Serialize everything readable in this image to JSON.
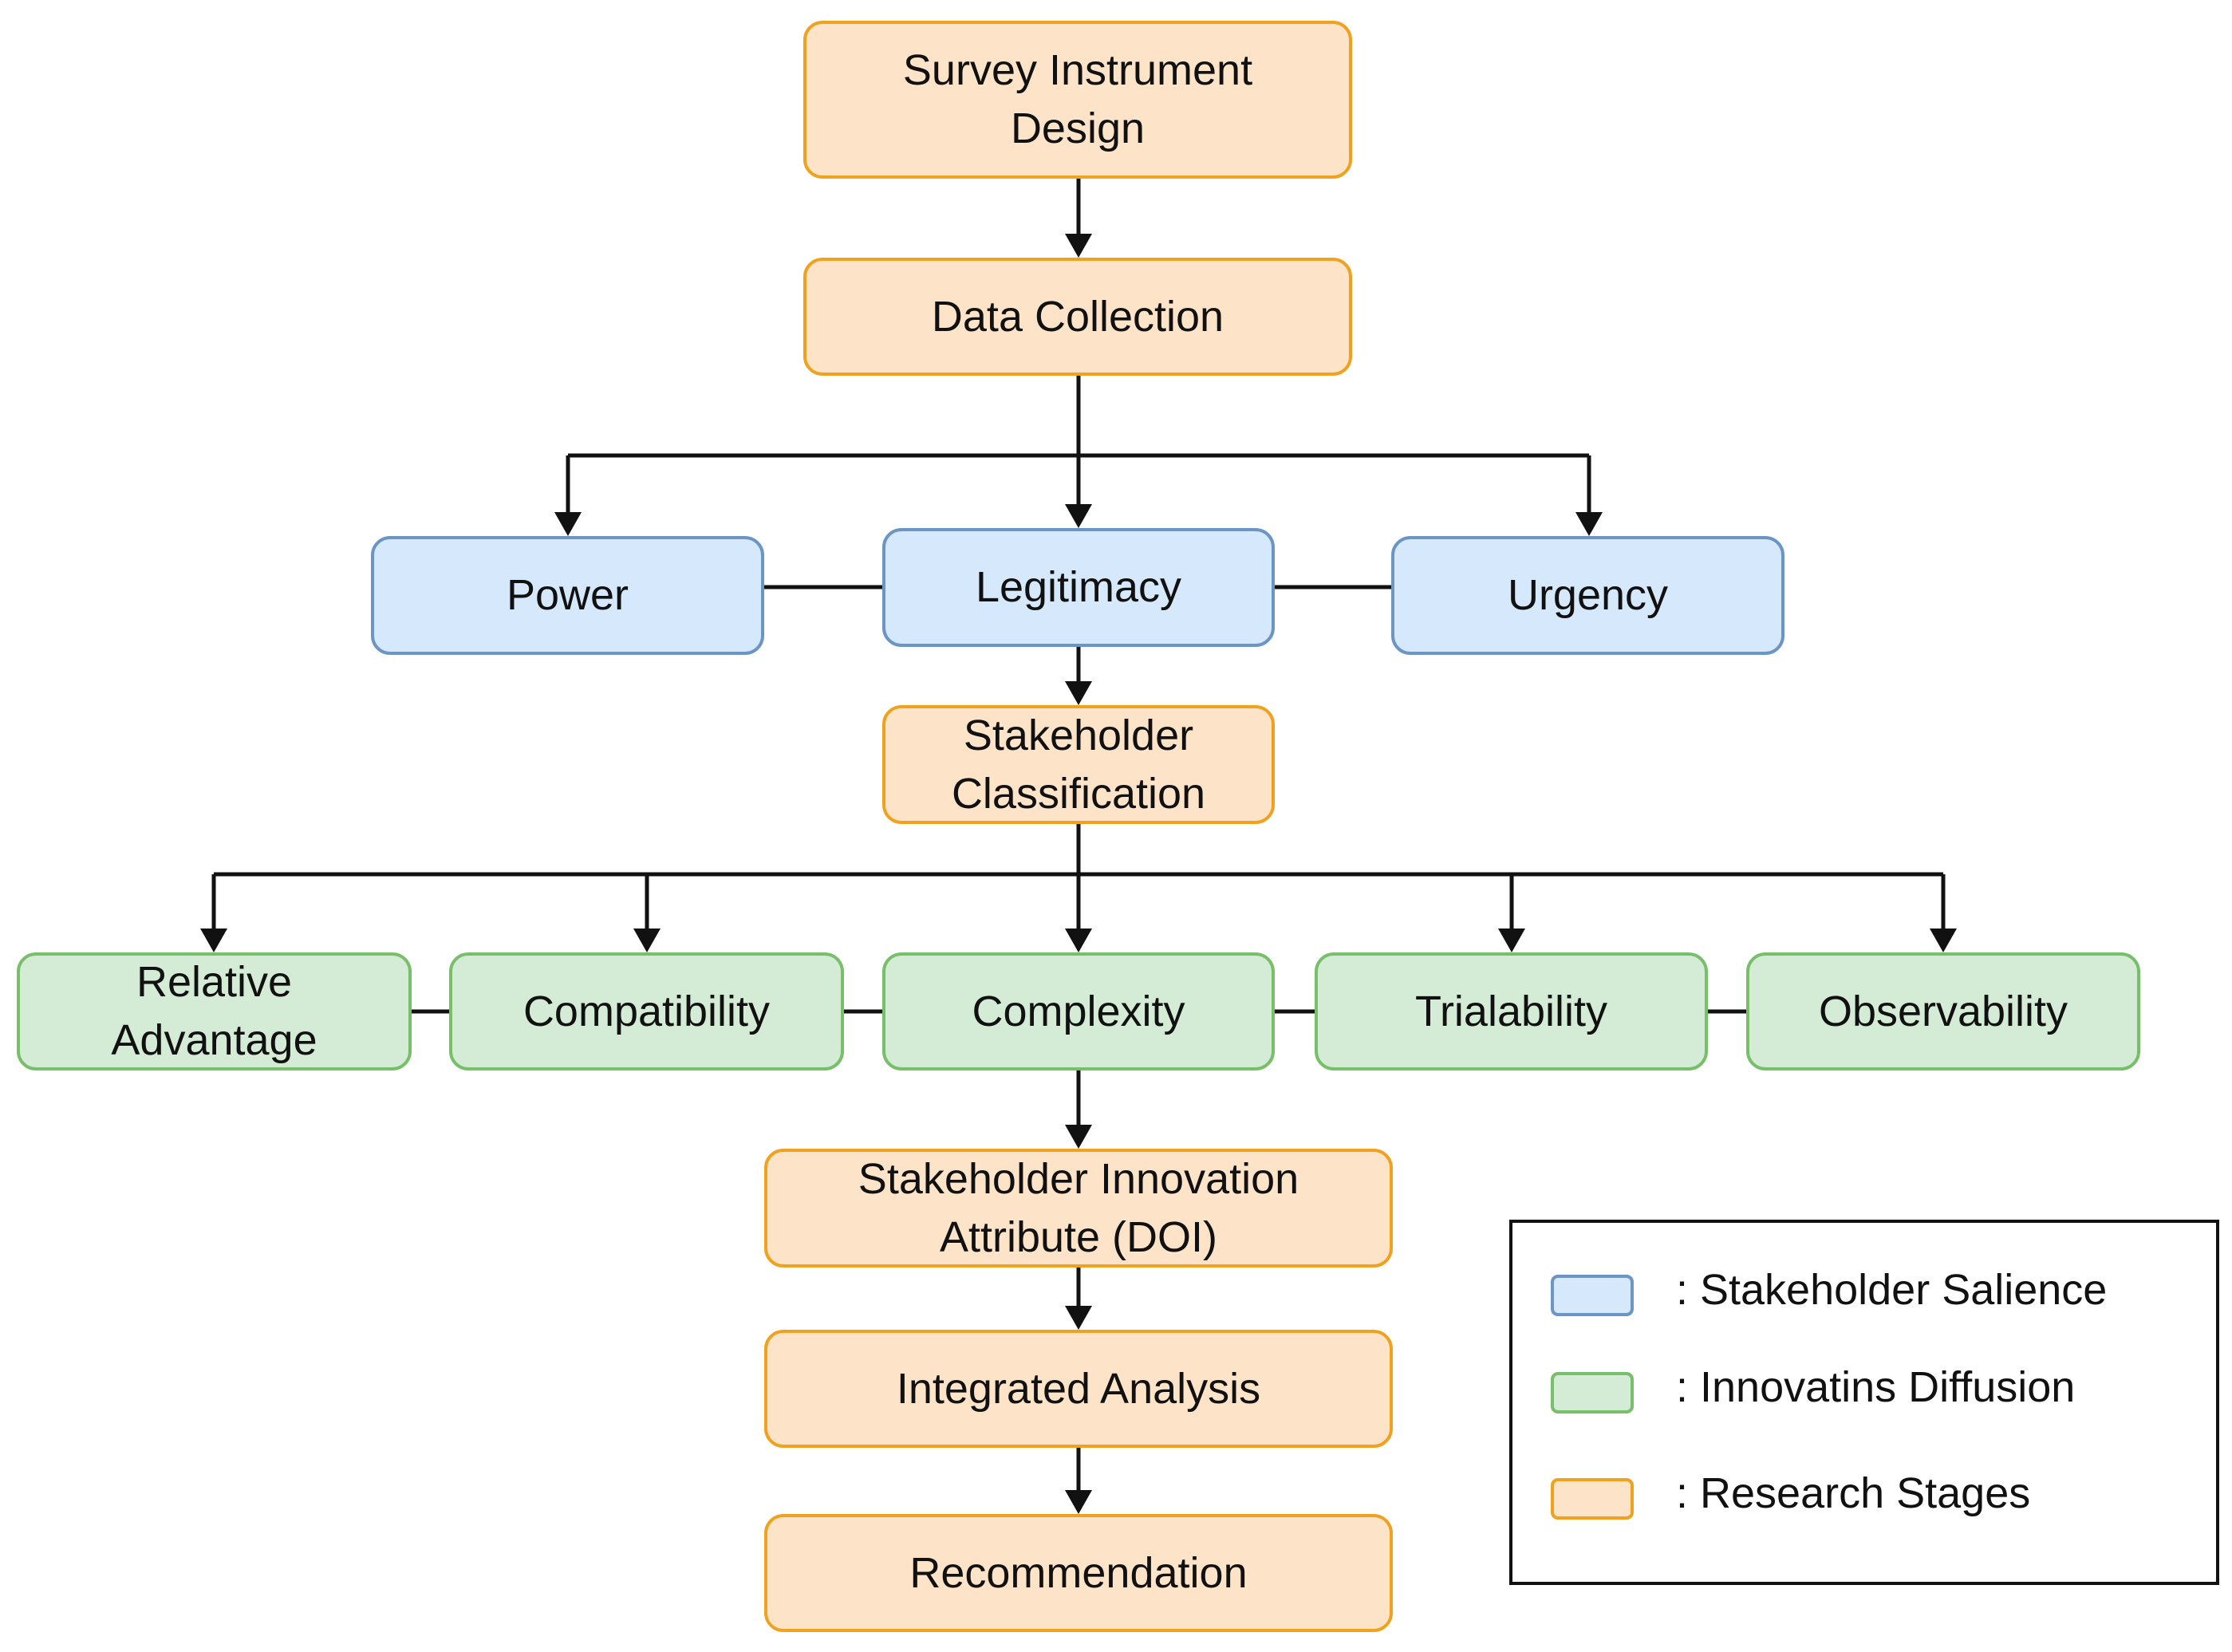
{
  "colors": {
    "stage_fill": "#fde3c8",
    "stage_border": "#f0a21e",
    "salience_fill": "#d6e8fb",
    "salience_border": "#6b95c4",
    "diffusion_fill": "#d4ecd6",
    "diffusion_border": "#78bf6a",
    "line": "#111111"
  },
  "nodes": {
    "survey": [
      "Survey Instrument",
      "Design"
    ],
    "data_collection": [
      "Data Collection"
    ],
    "power": [
      "Power"
    ],
    "legitimacy": [
      "Legitimacy"
    ],
    "urgency": [
      "Urgency"
    ],
    "stakeholder_classification": [
      "Stakeholder",
      "Classification"
    ],
    "relative_advantage": [
      "Relative",
      "Advantage"
    ],
    "compatibility": [
      "Compatibility"
    ],
    "complexity": [
      "Complexity"
    ],
    "trialability": [
      "Trialability"
    ],
    "observability": [
      "Observability"
    ],
    "innovation_attribute": [
      "Stakeholder Innovation",
      "Attribute (DOI)"
    ],
    "integrated_analysis": [
      "Integrated Analysis"
    ],
    "recommendation": [
      "Recommendation"
    ]
  },
  "legend": [
    {
      "label": ": Stakeholder Salience",
      "category": "salience"
    },
    {
      "label": ": Innovatins Diffusion",
      "category": "diffusion"
    },
    {
      "label": ": Research Stages",
      "category": "stage"
    }
  ]
}
